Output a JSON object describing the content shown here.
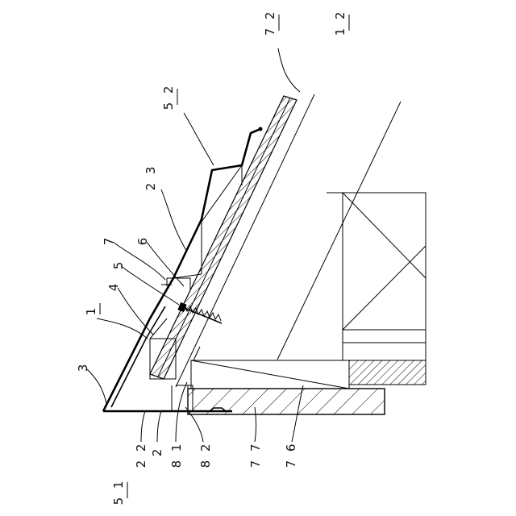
{
  "reference_labels": {
    "l12": "1 2",
    "l72": "7 2",
    "l52": "5 2",
    "l23": "2 3",
    "l7": "7",
    "l6": "6",
    "l5": "5",
    "l4": "4",
    "l1": "1",
    "l3": "3",
    "l22": "2 2",
    "l2": "2",
    "l81": "8 1",
    "l82": "8 2",
    "l77": "7 7",
    "l76": "7 6",
    "l51": "5 1"
  }
}
